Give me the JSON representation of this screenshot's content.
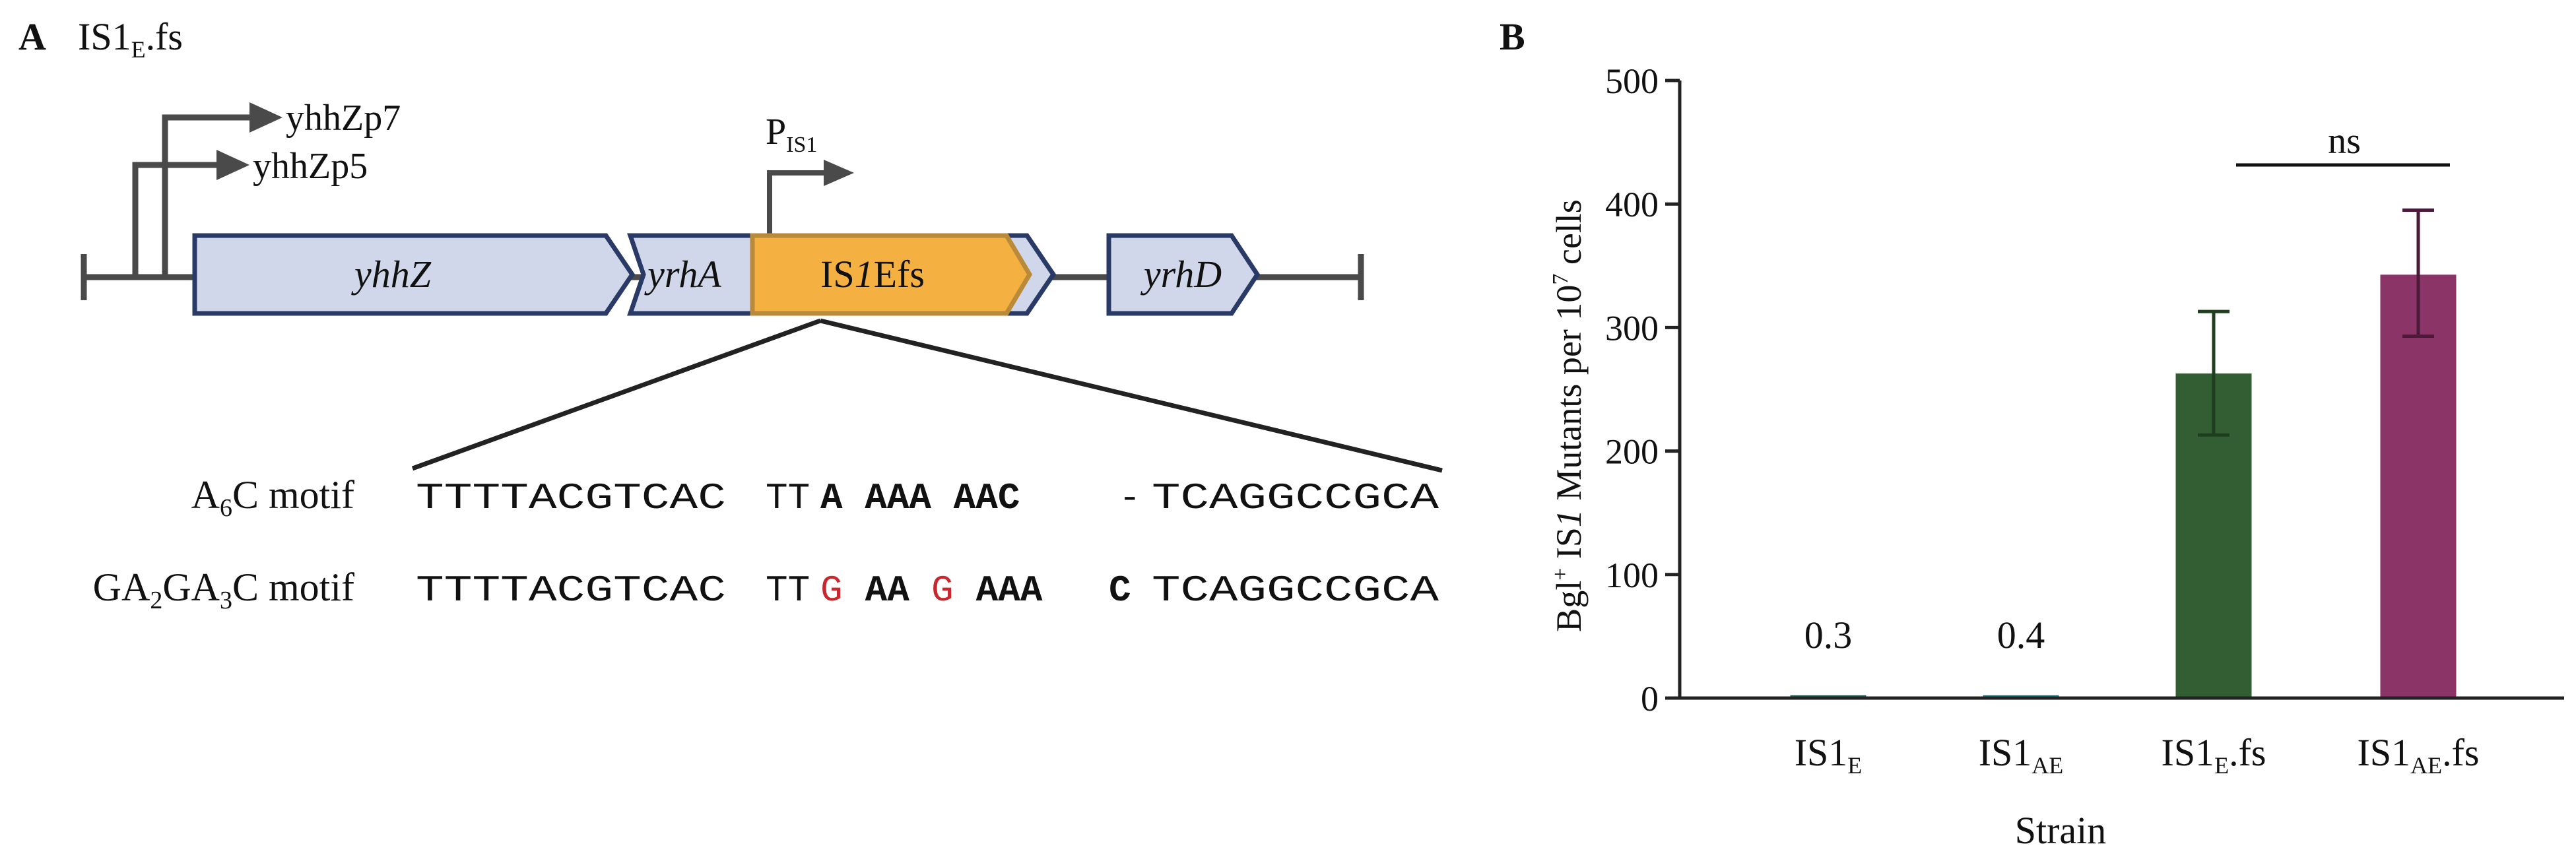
{
  "panel_a": {
    "letter": "A",
    "title": {
      "main": "IS1",
      "sub": "E",
      "suffix": ".fs"
    },
    "promoters": [
      {
        "label": "yhhZp7"
      },
      {
        "label": "yhhZp5"
      }
    ],
    "pis1": {
      "main": "P",
      "sub": "IS1"
    },
    "genes": [
      {
        "label": "yhhZ",
        "italic": true,
        "fill": "#d1d7ea",
        "stroke": "#2a3a66"
      },
      {
        "label": "yrhA",
        "italic": true,
        "fill": "#d1d7ea",
        "stroke": "#2a3a66"
      },
      {
        "pre": "IS",
        "mid": "1",
        "post": "Efs",
        "fill": "#f4b040",
        "stroke": "#b98a3a"
      },
      {
        "label": "yrhD",
        "italic": true,
        "fill": "#d1d7ea",
        "stroke": "#2a3a66"
      }
    ],
    "motifs": {
      "a6c": {
        "label": {
          "p1": "A",
          "s1": "6",
          "p2": "C motif"
        },
        "seq": {
          "left": "TTTTACGTCAC",
          "tt": "TT",
          "aaa1": "A AAA AAC",
          "dash": "-",
          "right": "TCAGGCCGCA"
        }
      },
      "ga": {
        "label": {
          "p1": "GA",
          "s1": "2",
          "p2": "GA",
          "s2": "3",
          "p3": "C motif"
        },
        "seq": {
          "left": "TTTTACGTCAC",
          "tt": "TT",
          "g1": "G",
          "aa": " AA",
          "g2": "G",
          "aaa": " AAA ",
          "c": "C",
          "right": "TCAGGCCGCA"
        }
      }
    }
  },
  "panel_b": {
    "letter": "B"
  },
  "chart_data": {
    "type": "bar",
    "categories": [
      {
        "main": "IS1",
        "sub": "E",
        "suffix": ""
      },
      {
        "main": "IS1",
        "sub": "AE",
        "suffix": ""
      },
      {
        "main": "IS1",
        "sub": "E",
        "suffix": ".fs"
      },
      {
        "main": "IS1",
        "sub": "AE",
        "suffix": ".fs"
      }
    ],
    "values": [
      0.3,
      0.4,
      262,
      342
    ],
    "error": [
      null,
      null,
      [
        213,
        313
      ],
      [
        293,
        395
      ]
    ],
    "data_labels": [
      "0.3",
      "0.4",
      "",
      ""
    ],
    "colors": [
      "#2e6a62",
      "#2e7d80",
      "#335e33",
      "#8a3468"
    ],
    "ylim": [
      0,
      500
    ],
    "yticks": [
      0,
      100,
      200,
      300,
      400,
      500
    ],
    "ytick_labels": [
      "0",
      "100",
      "200",
      "300",
      "400",
      "500"
    ],
    "ylabel": {
      "p1": "Bgl",
      "sup1": "+",
      "p2": " IS",
      "p3": "1",
      "p4": " Mutants per 10",
      "sup2": "7",
      "p5": " cells"
    },
    "xlabel": "Strain",
    "significance": {
      "from": 2,
      "to": 3,
      "label": "ns"
    },
    "grid": false,
    "legend": "none"
  }
}
